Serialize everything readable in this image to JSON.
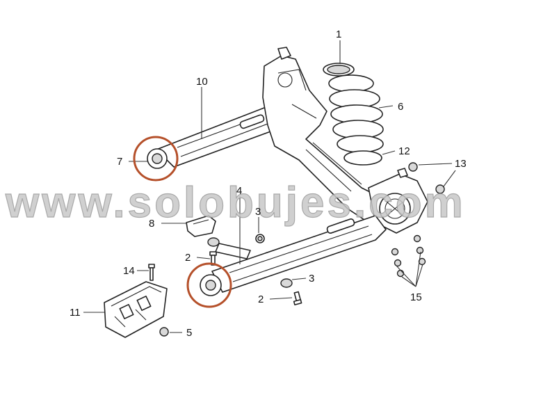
{
  "watermark": "www.solobujes.com",
  "callouts": {
    "c1": "1",
    "c2a": "2",
    "c2b": "2",
    "c3a": "3",
    "c3b": "3",
    "c4": "4",
    "c5": "5",
    "c6": "6",
    "c7": "7",
    "c8": "8",
    "c10": "10",
    "c11": "11",
    "c12": "12",
    "c13": "13",
    "c14": "14",
    "c15": "15"
  },
  "colors": {
    "highlight": "#b5502a",
    "line": "#222222",
    "watermark": "#c8c8c8"
  }
}
